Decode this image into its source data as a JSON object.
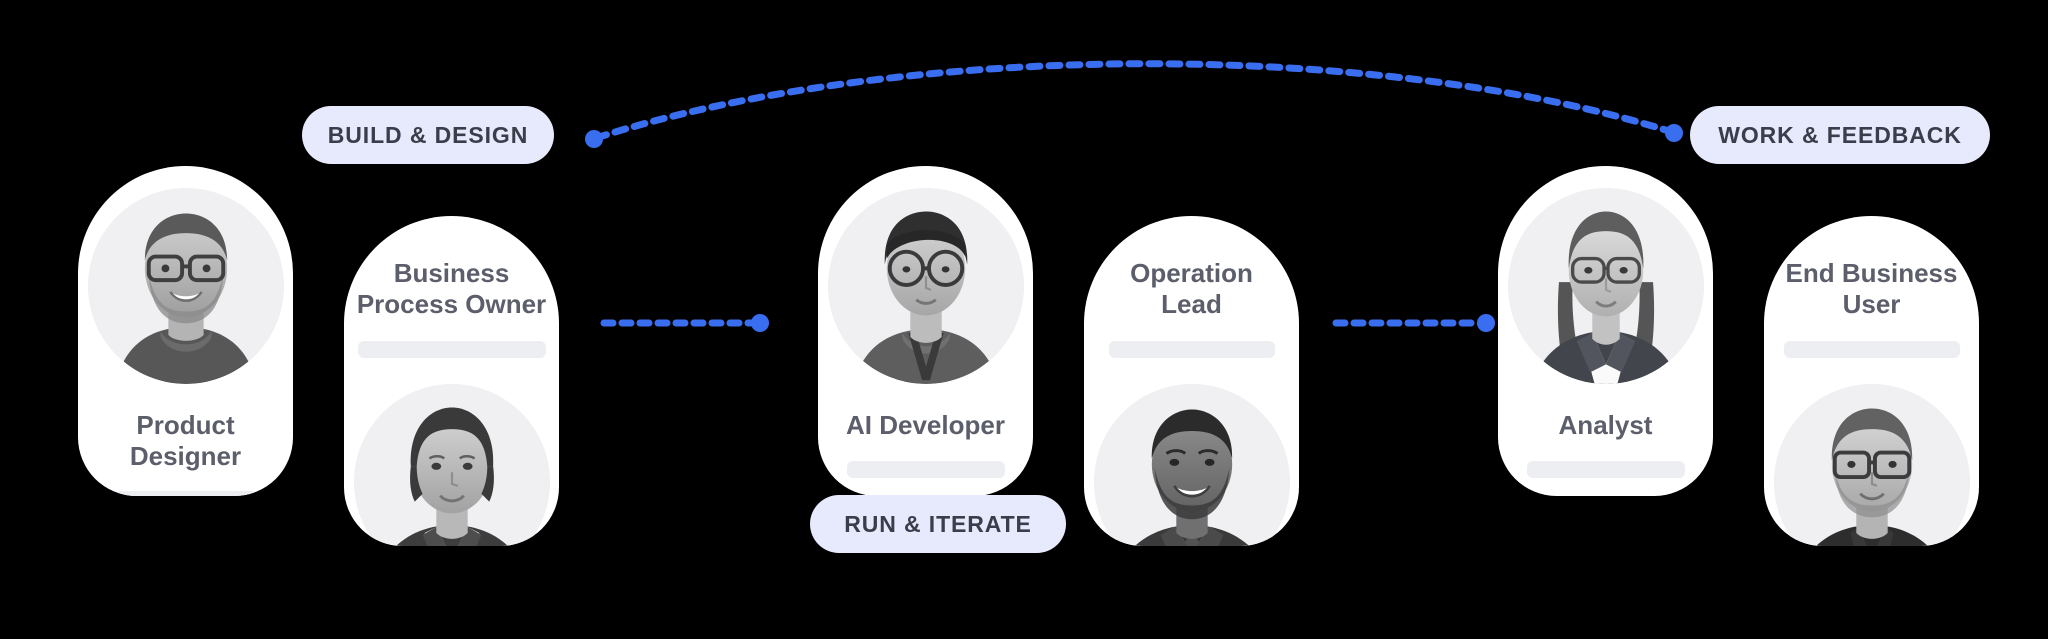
{
  "background_color": "#000000",
  "accent_color": "#3a6ef0",
  "pill_bg_color": "#e7e9fc",
  "pill_text_color": "#3b3e4a",
  "card_bg_color": "#ffffff",
  "role_text_color": "#5c5f6b",
  "placeholder_bar_color": "#edeef1",
  "stages": [
    {
      "id": "build-design",
      "label": "BUILD & DESIGN"
    },
    {
      "id": "run-iterate",
      "label": "RUN & ITERATE"
    },
    {
      "id": "work-feedback",
      "label": "WORK & FEEDBACK"
    }
  ],
  "groups": [
    {
      "id": "group-build-design",
      "stage_label": "BUILD & DESIGN",
      "cards": [
        {
          "id": "product-designer",
          "role": "Product\nDesigner",
          "avatar": "avatar-product-designer",
          "layout": "avatar-top"
        },
        {
          "id": "business-process-owner",
          "role": "Business\nProcess Owner",
          "avatar": "avatar-business-process-owner",
          "layout": "name-top"
        }
      ]
    },
    {
      "id": "group-run-iterate",
      "stage_label": "RUN & ITERATE",
      "cards": [
        {
          "id": "ai-developer",
          "role": "AI Developer",
          "avatar": "avatar-ai-developer",
          "layout": "avatar-top"
        },
        {
          "id": "operation-lead",
          "role": "Operation\nLead",
          "avatar": "avatar-operation-lead",
          "layout": "name-top"
        }
      ]
    },
    {
      "id": "group-work-feedback",
      "stage_label": "WORK & FEEDBACK",
      "cards": [
        {
          "id": "analyst",
          "role": "Analyst",
          "avatar": "avatar-analyst",
          "layout": "avatar-top"
        },
        {
          "id": "end-business-user",
          "role": "End Business\nUser",
          "avatar": "avatar-end-business-user",
          "layout": "name-top"
        }
      ]
    }
  ],
  "connectors": [
    {
      "id": "arc-build-to-work",
      "style": "dotted-arc",
      "color": "#3a6ef0",
      "from": "build-design",
      "to": "work-feedback"
    },
    {
      "id": "link-design-to-run",
      "style": "dotted-horizontal",
      "color": "#3a6ef0",
      "from": "build-design",
      "to": "run-iterate"
    },
    {
      "id": "link-run-to-feedback",
      "style": "dotted-horizontal",
      "color": "#3a6ef0",
      "from": "run-iterate",
      "to": "work-feedback"
    }
  ]
}
